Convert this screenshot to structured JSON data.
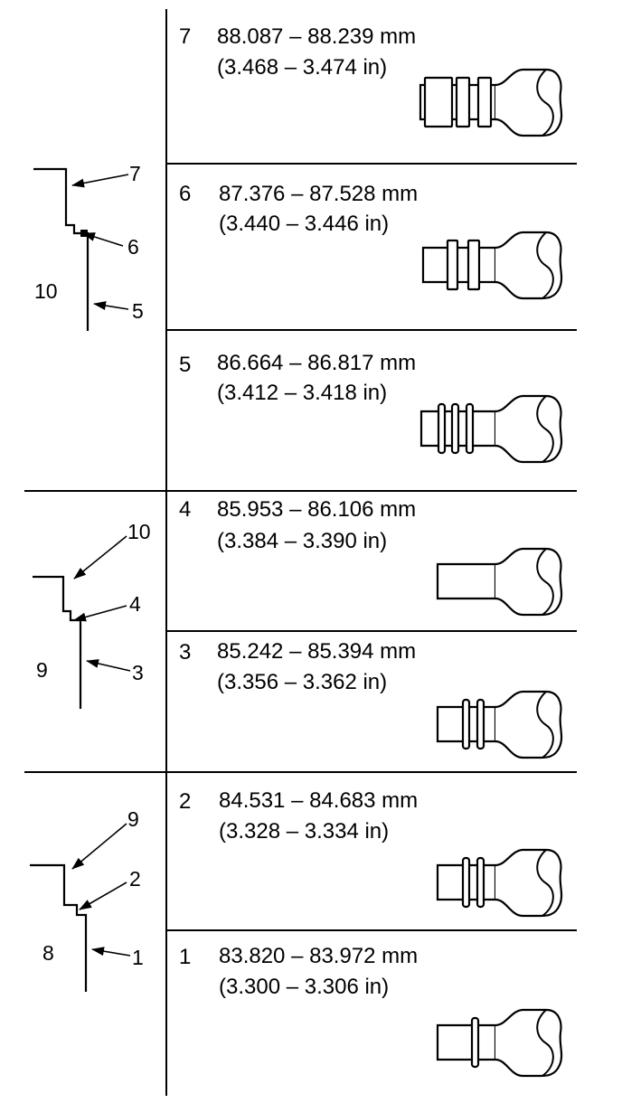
{
  "sections": [
    {
      "profile_label": "10",
      "callouts": [
        "7",
        "6",
        "5"
      ],
      "rows": [
        {
          "number": "7",
          "mm": "88.087 – 88.239 mm",
          "inches": "(3.468 – 3.474 in)",
          "tool": "tool-3-wide-rings"
        },
        {
          "number": "6",
          "mm": "87.376 – 87.528 mm",
          "inches": "(3.440 – 3.446 in)",
          "tool": "tool-2-wide-rings"
        },
        {
          "number": "5",
          "mm": "86.664 – 86.817 mm",
          "inches": "(3.412 – 3.418 in)",
          "tool": "tool-3-thin-rings"
        }
      ]
    },
    {
      "profile_label": "9",
      "callouts": [
        "10",
        "4",
        "3"
      ],
      "rows": [
        {
          "number": "4",
          "mm": "85.953 – 86.106 mm",
          "inches": "(3.384 – 3.390 in)",
          "tool": "tool-plain"
        },
        {
          "number": "3",
          "mm": "85.242 – 85.394 mm",
          "inches": "(3.356 – 3.362 in)",
          "tool": "tool-2-thin-rings"
        }
      ]
    },
    {
      "profile_label": "8",
      "callouts": [
        "9",
        "2",
        "1"
      ],
      "rows": [
        {
          "number": "2",
          "mm": "84.531 – 84.683 mm",
          "inches": "(3.328 – 3.334 in)",
          "tool": "tool-2-thin-rings"
        },
        {
          "number": "1",
          "mm": "83.820 – 83.972 mm",
          "inches": "(3.300 – 3.306 in)",
          "tool": "tool-1-thin-ring"
        }
      ]
    }
  ]
}
